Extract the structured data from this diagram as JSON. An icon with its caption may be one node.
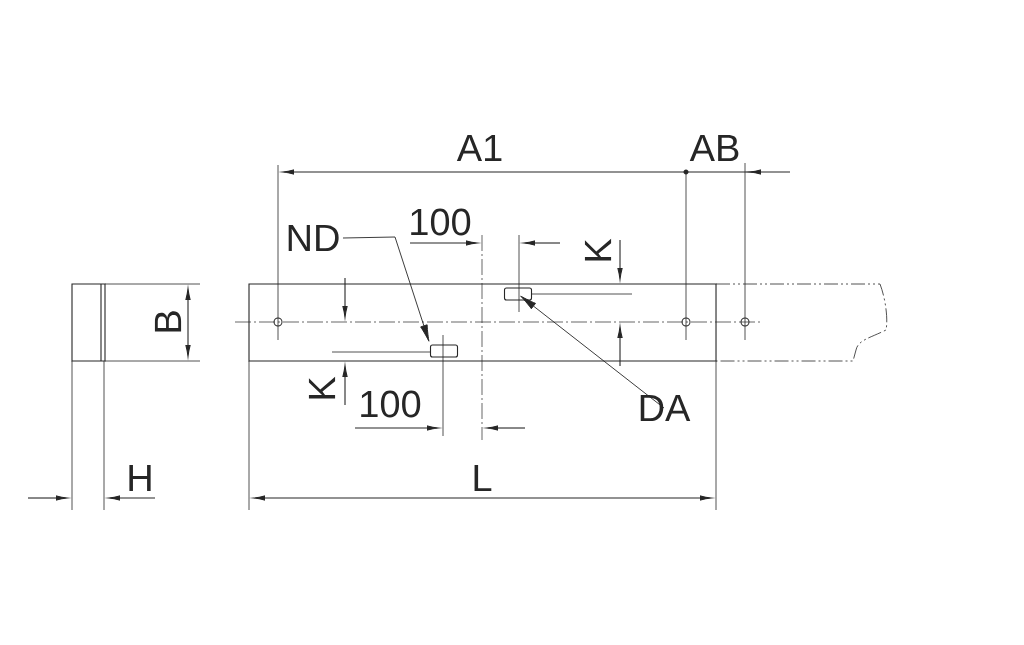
{
  "diagram": {
    "nodes": [
      {
        "text": [
          "ND"
        ]
      },
      {
        "text": [],
        "shape": "box"
      },
      {
        "text": [
          "DA"
        ]
      },
      {
        "text": [],
        "shape": "box"
      }
    ],
    "edges": [
      {
        "from": 0,
        "to": 1,
        "arrow": "to"
      },
      {
        "from": 2,
        "to": 3,
        "arrow": "to"
      }
    ],
    "labels": [
      "A1",
      "AB",
      "100",
      "K",
      "B",
      "K",
      "100",
      "H",
      "L"
    ]
  }
}
